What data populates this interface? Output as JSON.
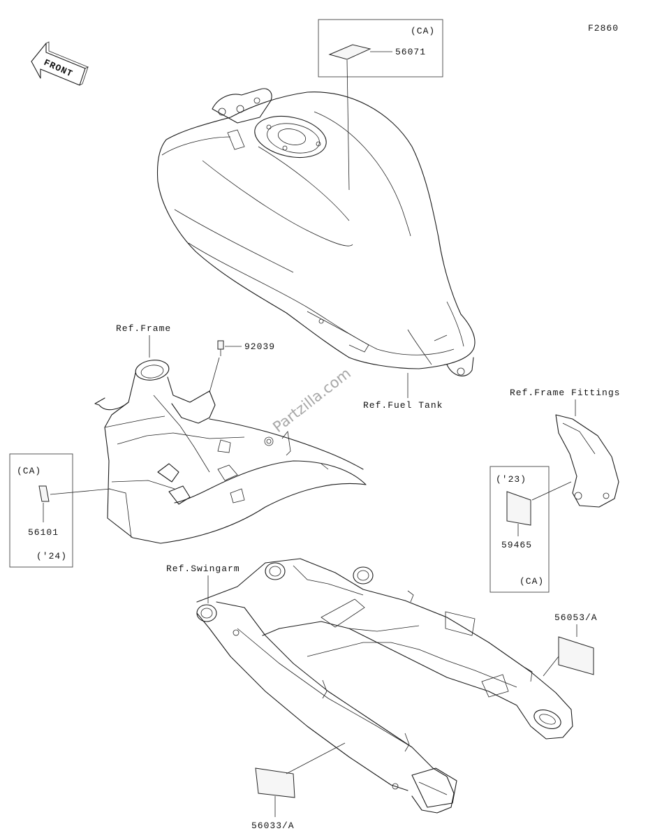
{
  "diagram_code": "F2860",
  "front_arrow_label": "FRONT",
  "watermark": "Partzilla.com",
  "refs": {
    "frame": "Ref.Frame",
    "fuel_tank": "Ref.Fuel Tank",
    "frame_fittings": "Ref.Frame Fittings",
    "swingarm": "Ref.Swingarm"
  },
  "parts": {
    "p56071": {
      "number": "56071",
      "note": "(CA)"
    },
    "p92039": {
      "number": "92039"
    },
    "p56101": {
      "number": "56101",
      "note": "(CA)",
      "year": "('24)"
    },
    "p59465": {
      "number": "59465",
      "note": "(CA)",
      "year": "('23)"
    },
    "p56053": {
      "number": "56053/A"
    },
    "p56033": {
      "number": "56033/A"
    }
  }
}
